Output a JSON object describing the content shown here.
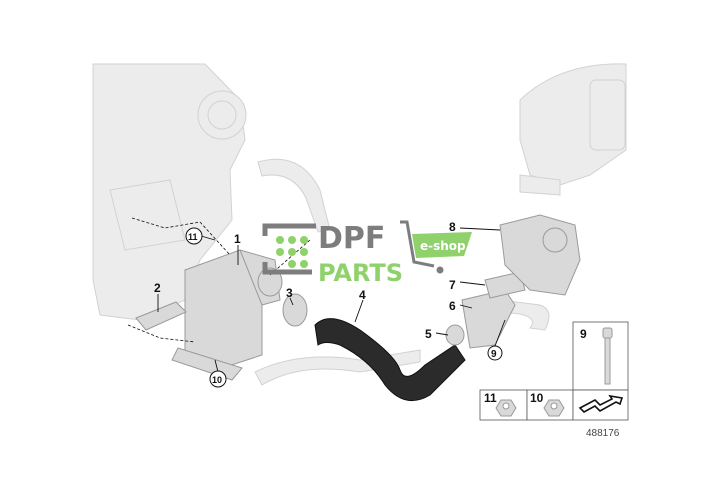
{
  "diagram": {
    "callouts": [
      {
        "id": "1",
        "text": "1",
        "circled": false
      },
      {
        "id": "2",
        "text": "2",
        "circled": false
      },
      {
        "id": "3",
        "text": "3",
        "circled": false
      },
      {
        "id": "4",
        "text": "4",
        "circled": false
      },
      {
        "id": "5",
        "text": "5",
        "circled": false
      },
      {
        "id": "6",
        "text": "6",
        "circled": false
      },
      {
        "id": "7",
        "text": "7",
        "circled": false
      },
      {
        "id": "8",
        "text": "8",
        "circled": false
      },
      {
        "id": "9c",
        "text": "9",
        "circled": true
      },
      {
        "id": "10c",
        "text": "10",
        "circled": true
      },
      {
        "id": "11c",
        "text": "11",
        "circled": true
      }
    ],
    "parts_table": {
      "cells": [
        {
          "label": "9",
          "item": "bolt"
        },
        {
          "label": "11",
          "item": "flange-nut"
        },
        {
          "label": "10",
          "item": "flange-nut"
        },
        {
          "label": "",
          "item": "direction-arrow"
        }
      ]
    },
    "diagram_number": "488176"
  },
  "watermark": {
    "word1": "DPF",
    "word2": "PARTS",
    "badge": "e-shop",
    "grey": "#7d7d7d",
    "green": "#8fd16a"
  }
}
